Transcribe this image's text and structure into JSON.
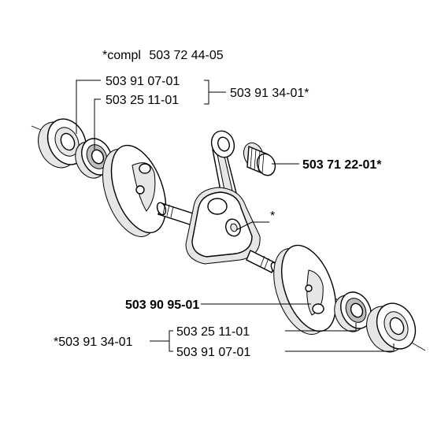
{
  "diagram": {
    "compl_prefix": "*compl",
    "compl_number": "503 72 44-05",
    "labels": {
      "top_outer_bearing": "503 91 07-01",
      "top_inner_bearing": "503 25 11-01",
      "top_bearing_kit": "503 91 34-01*",
      "needle_bearing": "503 71 22-01*",
      "crank_star": "*",
      "crankshaft": "503 90 95-01",
      "bottom_bearing_kit": "*503 91 34-01",
      "bottom_inner_bearing": "503 25 11-01",
      "bottom_outer_bearing": "503 91 07-01"
    }
  }
}
